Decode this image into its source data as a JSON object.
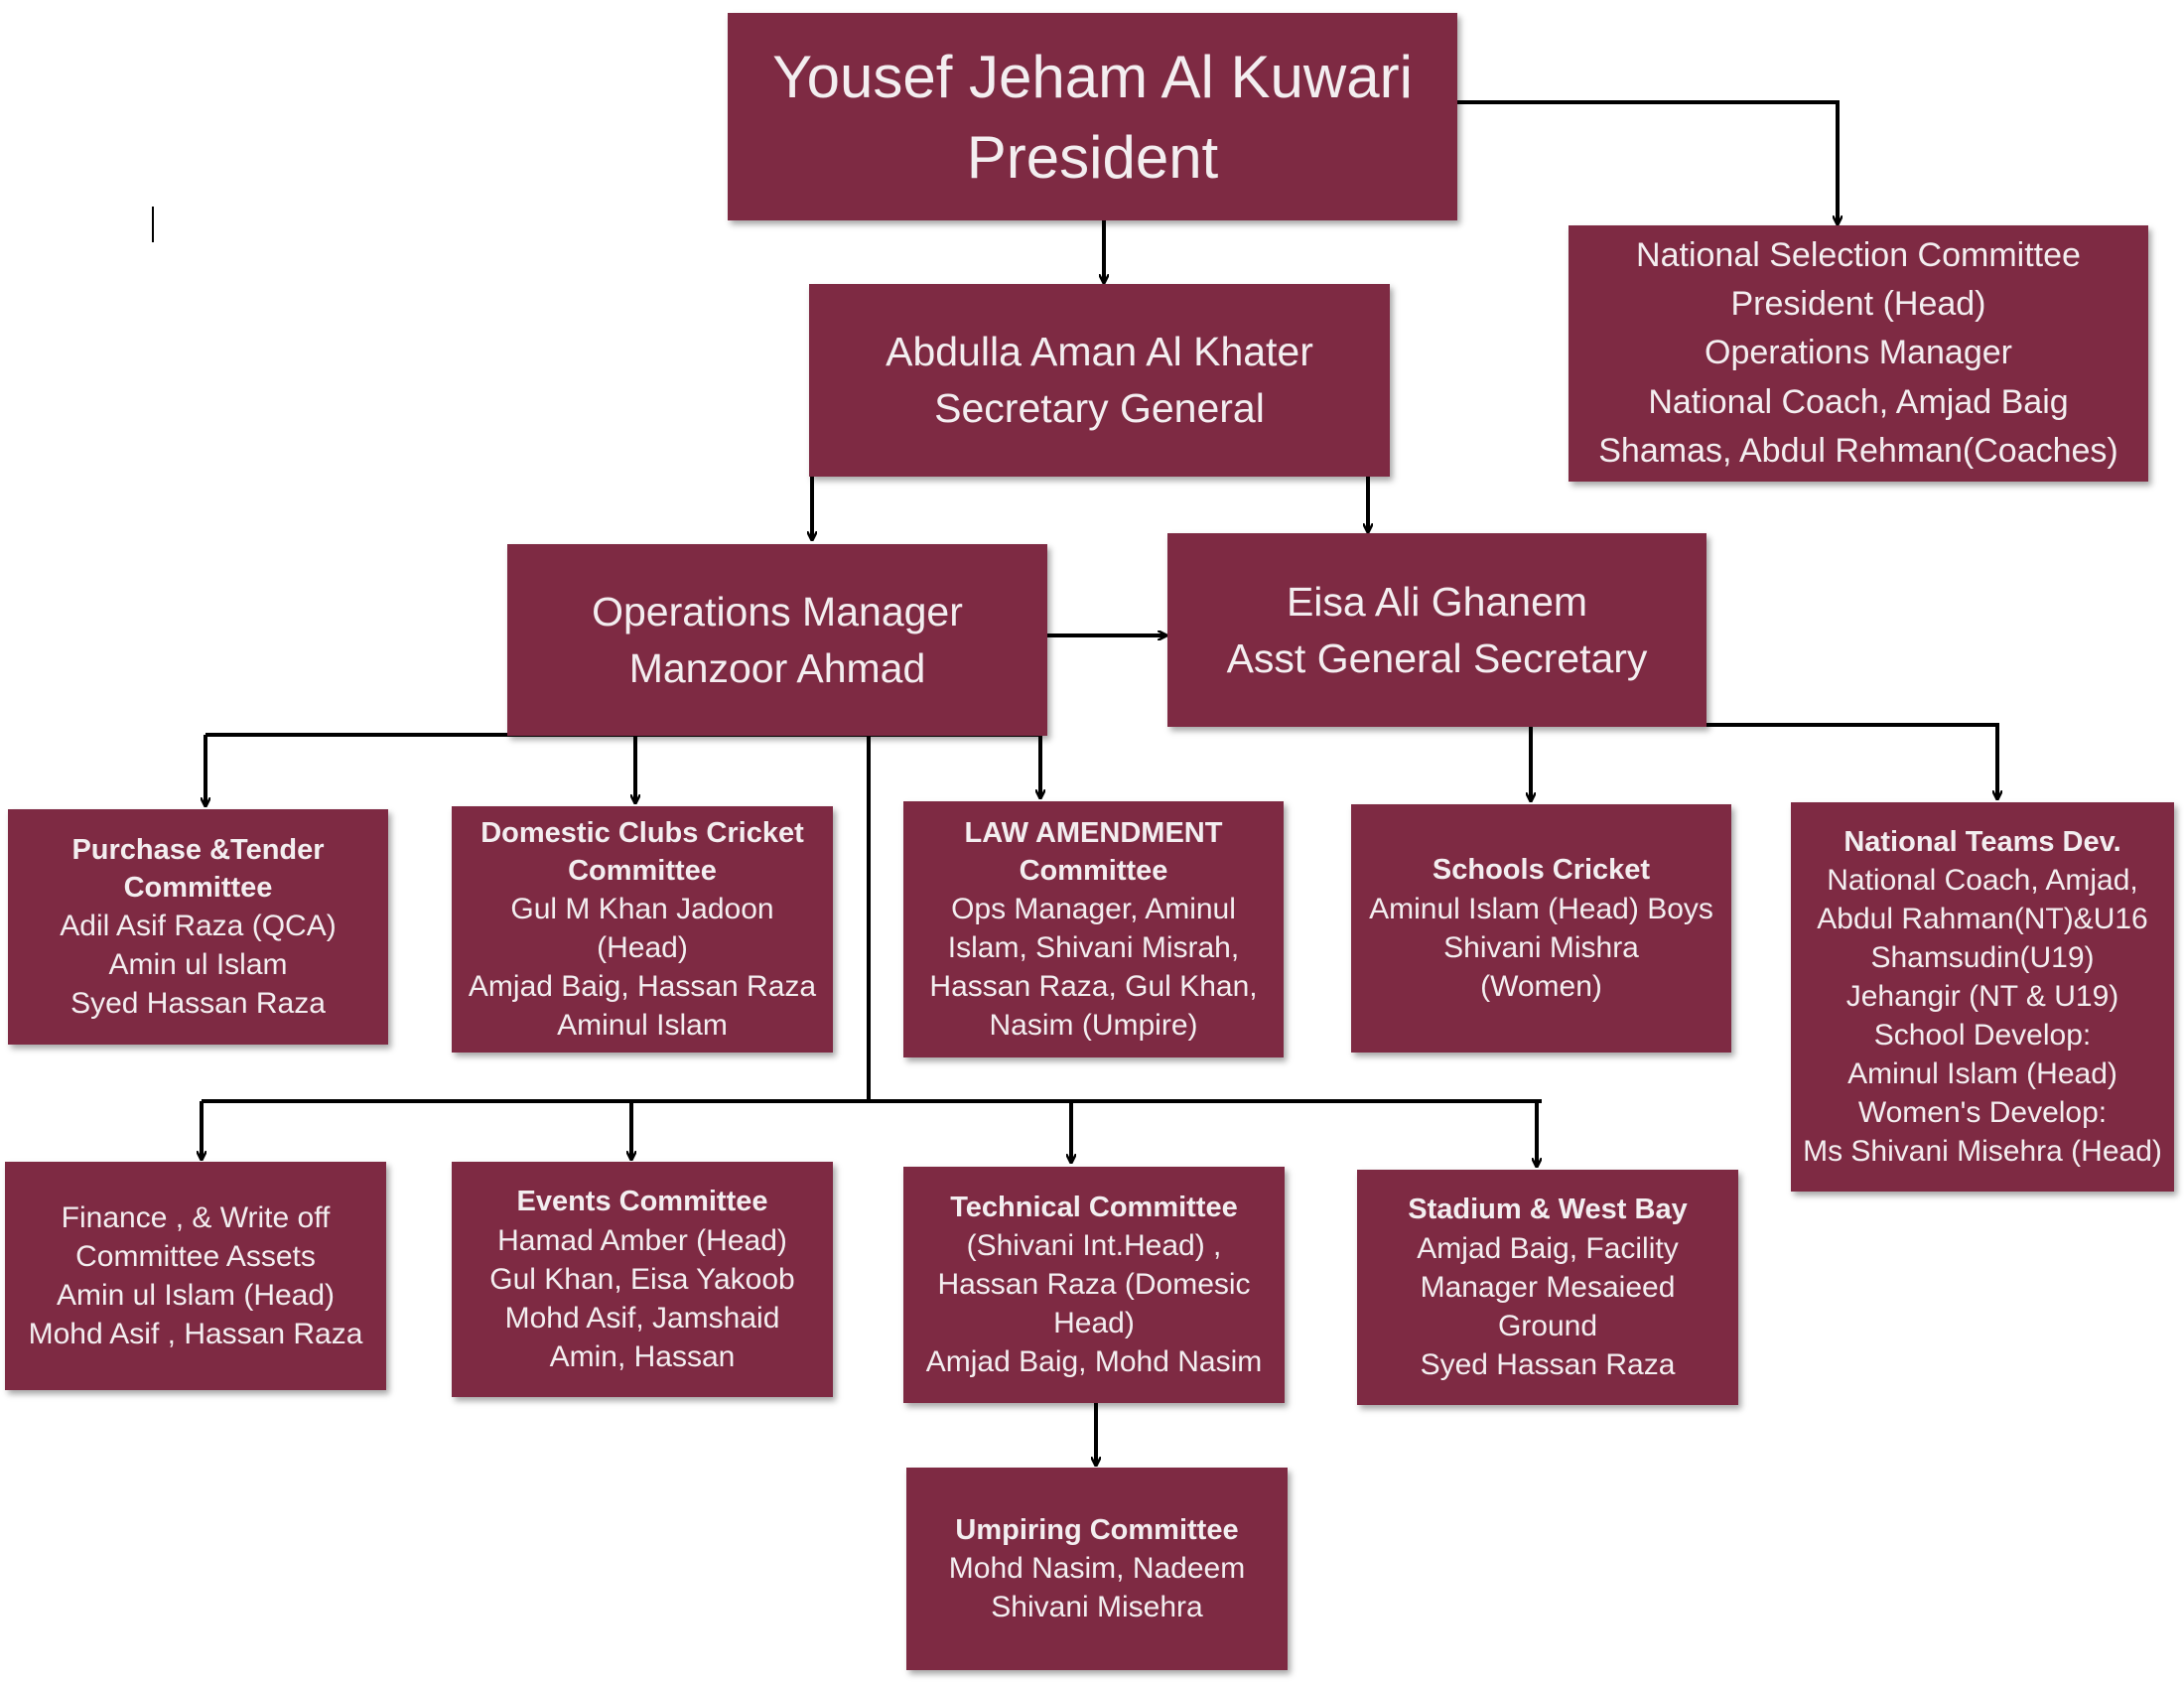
{
  "colors": {
    "box_fill": "#7e2a43",
    "box_text": "#f3eef0",
    "connector": "#000000"
  },
  "president": {
    "name": "Yousef Jeham Al Kuwari",
    "title": "President"
  },
  "national_selection": {
    "lines": [
      "National Selection Committee",
      "President (Head)",
      "Operations Manager",
      "National Coach, Amjad Baig",
      "Shamas, Abdul Rehman(Coaches)"
    ]
  },
  "secretary_general": {
    "name": "Abdulla Aman Al Khater",
    "title": "Secretary General"
  },
  "operations_manager": {
    "title": "Operations Manager",
    "name": "Manzoor Ahmad"
  },
  "asst_secretary": {
    "name": "Eisa Ali Ghanem",
    "title": "Asst General Secretary"
  },
  "purchase": {
    "heading": [
      "Purchase &Tender",
      "Committee"
    ],
    "lines": [
      "Adil Asif Raza (QCA)",
      "Amin ul Islam",
      "Syed Hassan Raza"
    ]
  },
  "domestic": {
    "heading": [
      "Domestic Clubs Cricket",
      "Committee"
    ],
    "lines": [
      "Gul M Khan Jadoon",
      "(Head)",
      "Amjad Baig, Hassan Raza",
      "Aminul Islam"
    ]
  },
  "law": {
    "heading": [
      "LAW AMENDMENT",
      "Committee"
    ],
    "lines": [
      "Ops Manager, Aminul",
      "Islam, Shivani Misrah,",
      "Hassan Raza, Gul Khan,",
      "Nasim (Umpire)"
    ]
  },
  "schools": {
    "heading": [
      "Schools Cricket"
    ],
    "lines": [
      "Aminul Islam (Head) Boys",
      "Shivani Mishra",
      "(Women)"
    ]
  },
  "national_teams": {
    "heading": [
      "National Teams Dev."
    ],
    "lines": [
      "National Coach, Amjad,",
      "Abdul Rahman(NT)&U16",
      "Shamsudin(U19)",
      "Jehangir (NT & U19)",
      "School Develop:",
      "Aminul Islam (Head)",
      "Women's Develop:",
      "Ms Shivani Misehra (Head)"
    ]
  },
  "finance": {
    "lines": [
      "Finance , & Write off",
      "Committee Assets",
      "Amin ul Islam (Head)",
      "Mohd Asif , Hassan Raza"
    ]
  },
  "events": {
    "heading": [
      "Events Committee"
    ],
    "lines": [
      "Hamad Amber (Head)",
      "Gul Khan, Eisa Yakoob",
      "Mohd Asif, Jamshaid",
      "Amin, Hassan"
    ]
  },
  "technical": {
    "heading": [
      "Technical Committee"
    ],
    "lines": [
      "(Shivani Int.Head) ,",
      "Hassan Raza (Domesic",
      "Head)",
      "Amjad Baig, Mohd Nasim"
    ]
  },
  "stadium": {
    "heading": [
      "Stadium & West Bay"
    ],
    "lines": [
      "Amjad Baig, Facility",
      "Manager   Mesaieed",
      "Ground",
      "Syed Hassan Raza"
    ]
  },
  "umpiring": {
    "heading": [
      "Umpiring Committee"
    ],
    "lines": [
      "Mohd Nasim, Nadeem",
      "Shivani Misehra"
    ]
  }
}
